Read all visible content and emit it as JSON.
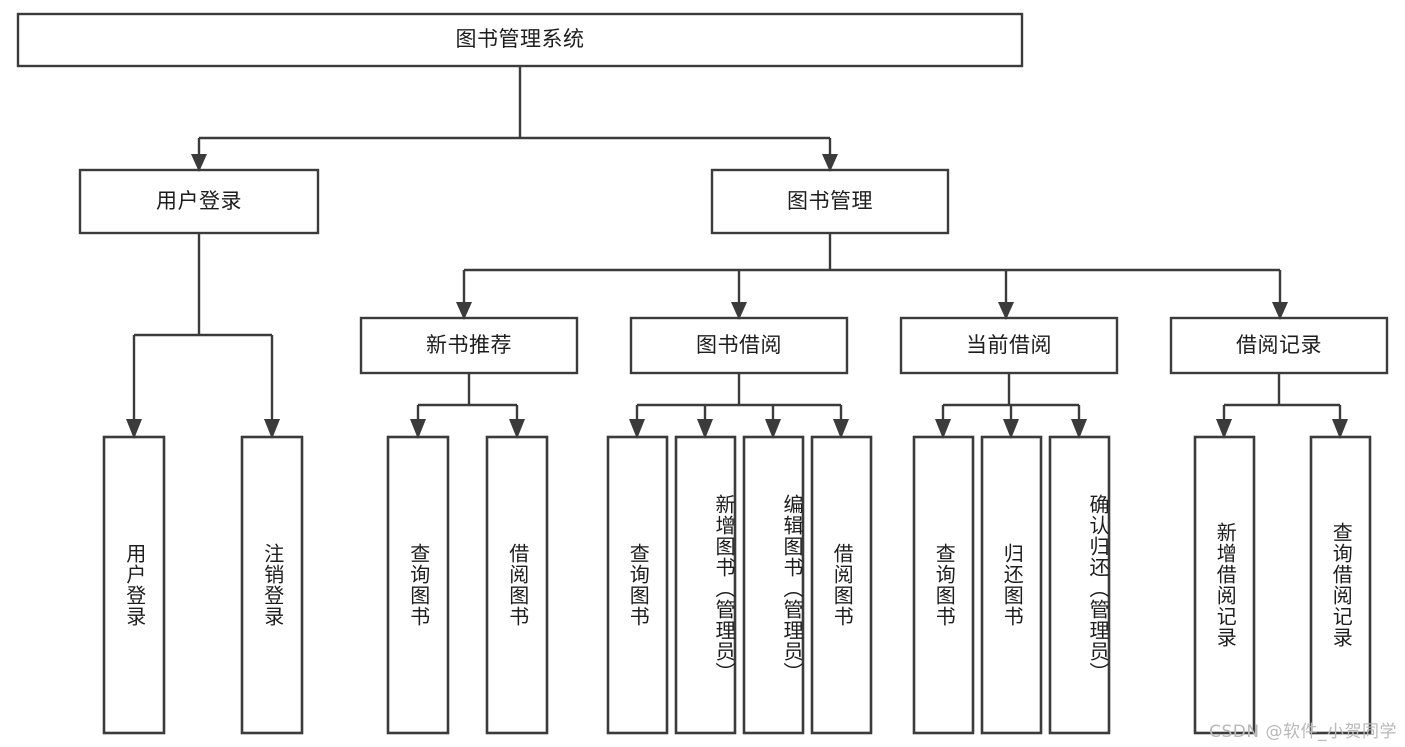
{
  "diagram": {
    "type": "tree-hierarchy",
    "title": "图书管理系统",
    "orientation": "top-down",
    "colors": {
      "stroke": "#3b3b3b",
      "node_fill": "#ffffff",
      "text": "#1d1d1d",
      "background": "#ffffff",
      "watermark": "#b9b9b9"
    },
    "root": {
      "label": "图书管理系统"
    },
    "level1": [
      {
        "label": "用户登录"
      },
      {
        "label": "图书管理"
      }
    ],
    "level2": [
      {
        "label": "新书推荐"
      },
      {
        "label": "图书借阅"
      },
      {
        "label": "当前借阅"
      },
      {
        "label": "借阅记录"
      }
    ],
    "leaves": {
      "user_login": [
        {
          "label": "用户登录"
        },
        {
          "label": "注销登录"
        }
      ],
      "new_book_recommend": [
        {
          "label": "查询图书"
        },
        {
          "label": "借阅图书"
        }
      ],
      "book_borrow": [
        {
          "label": "查询图书"
        },
        {
          "label": "新增图书（管理员）"
        },
        {
          "label": "编辑图书（管理员）"
        },
        {
          "label": "借阅图书"
        }
      ],
      "current_borrow": [
        {
          "label": "查询图书"
        },
        {
          "label": "归还图书"
        },
        {
          "label": "确认归还（管理员）"
        }
      ],
      "borrow_record": [
        {
          "label": "新增借阅记录"
        },
        {
          "label": "查询借阅记录"
        }
      ]
    }
  },
  "watermark": {
    "text": "CSDN @软件_小贺同学"
  }
}
